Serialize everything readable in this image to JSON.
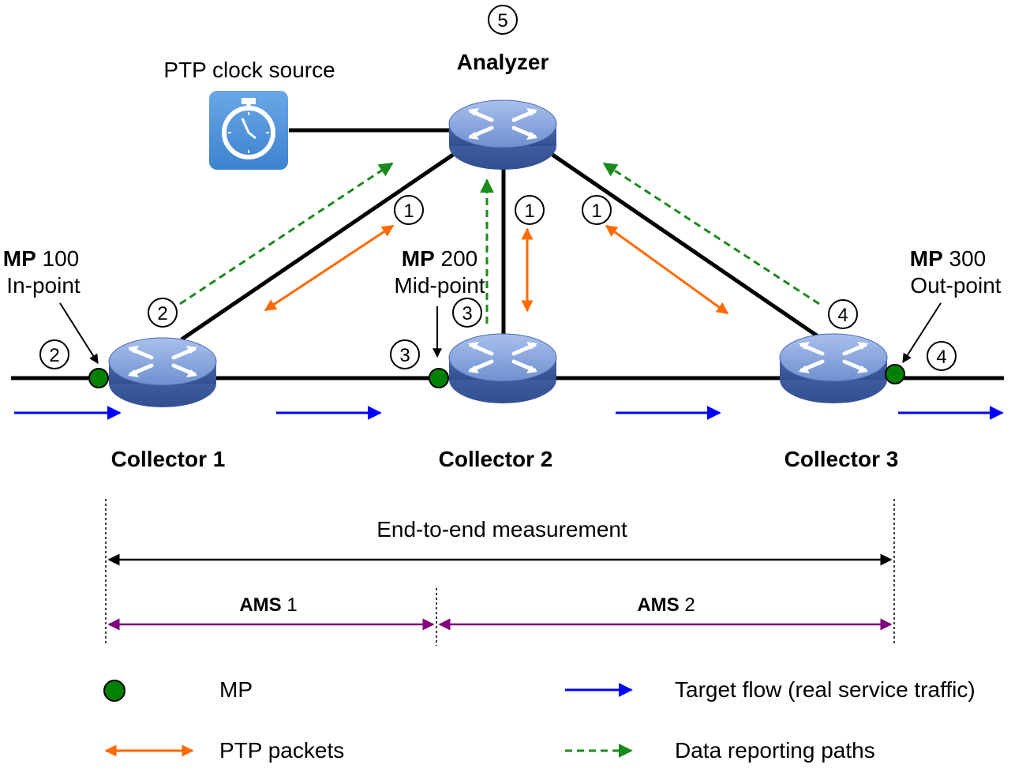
{
  "nodes": {
    "analyzer": {
      "label": "Analyzer",
      "step": "5"
    },
    "clock": {
      "label": "PTP clock source"
    },
    "collector1": {
      "label": "Collector 1"
    },
    "collector2": {
      "label": "Collector 2"
    },
    "collector3": {
      "label": "Collector 3"
    }
  },
  "mps": {
    "mp100": {
      "prefix": "MP",
      "id": "100",
      "role": "In-point"
    },
    "mp200": {
      "prefix": "MP",
      "id": "200",
      "role": "Mid-point"
    },
    "mp300": {
      "prefix": "MP",
      "id": "300",
      "role": "Out-point"
    }
  },
  "steps": {
    "ptp_c1": "1",
    "ptp_c2": "1",
    "ptp_c3": "1",
    "report_c1": "2",
    "report_c2": "3",
    "report_c3": "4",
    "mp_c1": "2",
    "mp_c2": "3",
    "mp_c3": "4"
  },
  "measurement": {
    "e2e": "End-to-end measurement",
    "ams1": {
      "prefix": "AMS",
      "id": "1"
    },
    "ams2": {
      "prefix": "AMS",
      "id": "2"
    }
  },
  "legend": {
    "mp": "MP",
    "target_flow": "Target flow (real service traffic)",
    "ptp": "PTP packets",
    "reporting": "Data reporting paths"
  },
  "colors": {
    "mp_dot": "#008000",
    "ptp": "#ff6a00",
    "reporting": "#1a8a1a",
    "flow": "#0000ff",
    "ams": "#800080",
    "router": "#5b7cc4"
  }
}
